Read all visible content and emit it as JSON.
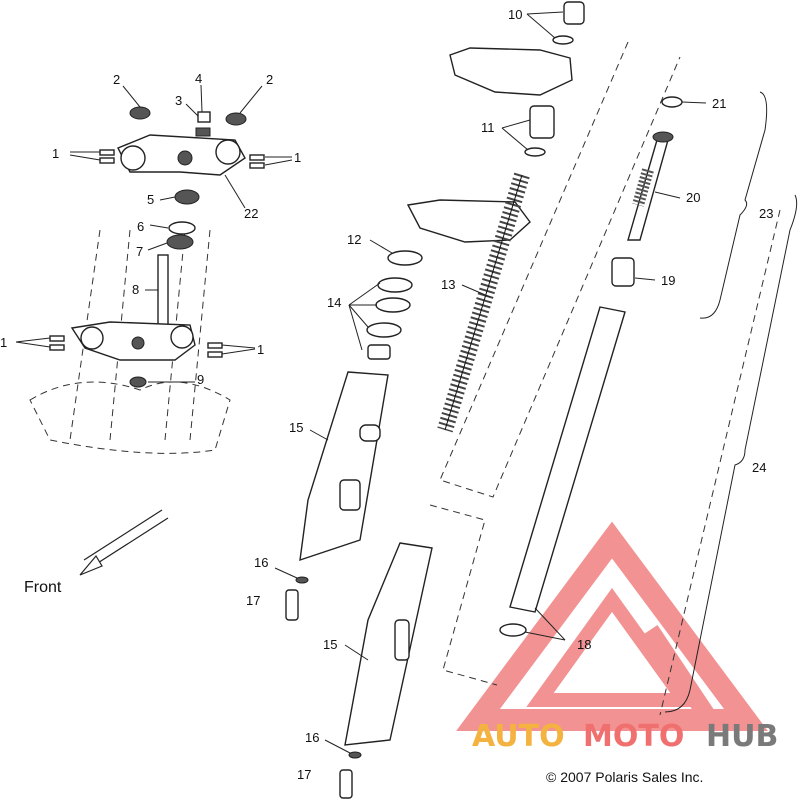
{
  "diagram": {
    "callouts": {
      "c1a": "1",
      "c1b": "1",
      "c1c": "1",
      "c1d": "1",
      "c2a": "2",
      "c2b": "2",
      "c3": "3",
      "c4": "4",
      "c5": "5",
      "c6": "6",
      "c7": "7",
      "c8": "8",
      "c9": "9",
      "c10": "10",
      "c11": "11",
      "c12": "12",
      "c13": "13",
      "c14": "14",
      "c15a": "15",
      "c15b": "15",
      "c16a": "16",
      "c16b": "16",
      "c17a": "17",
      "c17b": "17",
      "c18": "18",
      "c19": "19",
      "c20": "20",
      "c21": "21",
      "c22": "22",
      "c23": "23",
      "c24": "24"
    },
    "front_label": "Front",
    "copyright": "© 2007 Polaris Sales Inc."
  },
  "watermark": {
    "auto": "AUTO",
    "moto": "MOTO",
    "hub": "HUB",
    "colors": {
      "red": "#f07070",
      "orange": "#f4b340",
      "gray": "#7a7a7a"
    }
  }
}
